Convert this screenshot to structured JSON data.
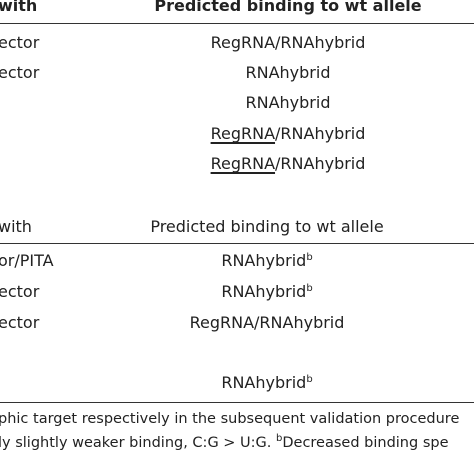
{
  "table1": {
    "header_left": "with",
    "header_right": "Predicted binding to wt allele",
    "rows": [
      {
        "left": "ector",
        "right": "RegRNA/RNAhybrid"
      },
      {
        "left": "ector",
        "right": "RNAhybrid"
      },
      {
        "left": "",
        "right": "RNAhybrid"
      },
      {
        "left": "",
        "right_ul": "RegRNA",
        "right_rest": "/RNAhybrid"
      },
      {
        "left": "",
        "right_ul": "RegRNA",
        "right_rest": "/RNAhybrid"
      }
    ]
  },
  "table2": {
    "header_left": "with",
    "header_right": "Predicted binding to wt allele",
    "rows": [
      {
        "left": "or/PITA",
        "right": "RNAhybrid",
        "sup": "b"
      },
      {
        "left": "ector",
        "right": "RNAhybrid",
        "sup": "b"
      },
      {
        "left": "ector",
        "right": "RegRNA/RNAhybrid"
      },
      {
        "left": "",
        "right": "RNAhybrid",
        "sup": "b"
      }
    ]
  },
  "footnote": {
    "line1": "phic target respectively in the subsequent validation procedure",
    "line2_a": "ly slightly weaker binding, C:G > U:G. ",
    "line2_sup": "b",
    "line2_b": "Decreased binding spe"
  }
}
